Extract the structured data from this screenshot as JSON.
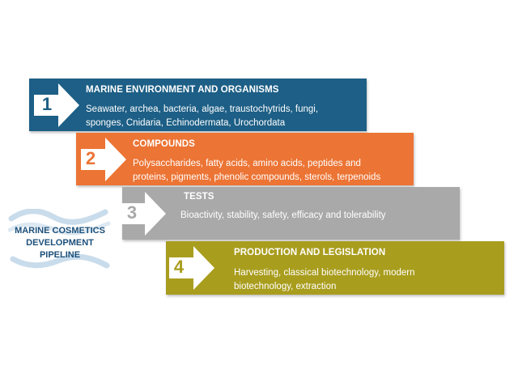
{
  "stages": [
    {
      "number": "1",
      "title": "MARINE ENVIRONMENT AND ORGANISMS",
      "lines": [
        "Seawater, archea, bacteria, algae, traustochytrids, fungi,",
        "sponges, Cnidaria, Echinodermata, Urochordata"
      ],
      "color": "#1d5f86",
      "num_color": "#1d5f86"
    },
    {
      "number": "2",
      "title": "COMPOUNDS",
      "lines": [
        "Polysaccharides, fatty acids, amino acids, peptides and",
        "proteins, pigments, phenolic compounds, sterols, terpenoids"
      ],
      "color": "#ec7434",
      "num_color": "#ec7434"
    },
    {
      "number": "3",
      "title": "TESTS",
      "lines": [
        "Bioactivity, stability, safety, efficacy and tolerability"
      ],
      "color": "#a9a9a9",
      "num_color": "#a9a9a9"
    },
    {
      "number": "4",
      "title": "PRODUCTION AND LEGISLATION",
      "lines": [
        "Harvesting, classical biotechnology, modern",
        "biotechnology, extraction"
      ],
      "color": "#a99d1e",
      "num_color": "#a99d1e"
    }
  ],
  "logo": {
    "lines": [
      "MARINE COSMETICS",
      "DEVELOPMENT",
      "PIPELINE"
    ],
    "text_color": "#1b4f7a",
    "wave_color": "#c9dceb"
  }
}
